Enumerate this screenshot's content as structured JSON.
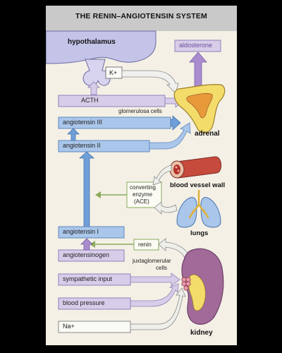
{
  "title": "THE RENIN–ANGIOTENSIN SYSTEM",
  "labels": {
    "hypothalamus": "hypothalamus",
    "aldosterone": "aldosterone",
    "k_plus": "K+",
    "acth": "ACTH",
    "glomerulosa_cells": "glomerulosa cells",
    "adrenal": "adrenal",
    "angiotensin_iii": "angiotensin III",
    "angiotensin_ii": "angiotensin II",
    "blood_vessel_wall": "blood vessel wall",
    "converting_enzyme_line1": "converting",
    "converting_enzyme_line2": "enzyme",
    "converting_enzyme_line3": "(ACE)",
    "lungs": "lungs",
    "angiotensin_i": "angiotensin I",
    "renin": "renin",
    "angiotensinogen": "angiotensinogen",
    "juxtaglomerular_line1": "juxtaglomerular",
    "juxtaglomerular_line2": "cells",
    "sympathetic_input": "sympathetic input",
    "blood_pressure": "blood pressure",
    "na_plus": "Na+",
    "kidney": "kidney"
  },
  "colors": {
    "title_band": "#c9c9c9",
    "card": "#f4f0e6",
    "blue_box": "#aac6ea",
    "blue_arrow": "#6f9fd8",
    "purple_box": "#d7cde9",
    "purple": "#a98cce",
    "hypothalamus": "#c4c3e8",
    "green": "#8aaa5c",
    "adrenal_yellow": "#f3dc6a",
    "red": "#d7745c"
  }
}
